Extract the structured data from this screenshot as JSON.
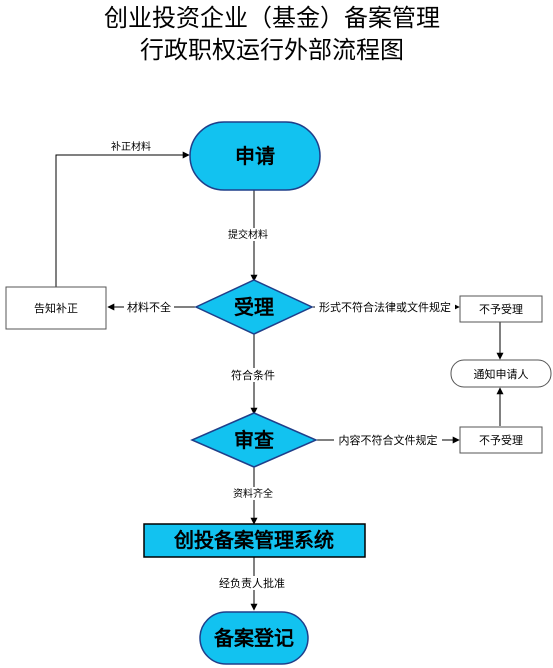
{
  "title": {
    "line1": "创业投资企业（基金）备案管理",
    "line2": "行政职权运行外部流程图"
  },
  "nodes": {
    "apply": "申请",
    "accept": "受理",
    "review": "审查",
    "system": "创投备案管理系统",
    "register": "备案登记",
    "notify_correction": "告知补正",
    "reject_accept": "不予受理",
    "notify_applicant": "通知申请人",
    "reject_review": "不予受理"
  },
  "edges": {
    "supplement": "补正材料",
    "submit": "提交材料",
    "incomplete": "材料不全",
    "form_not_compliant": "形式不符合法律或文件规定",
    "qualified": "符合条件",
    "content_not_compliant": "内容不符合文件规定",
    "complete": "资料齐全",
    "approved": "经负责人批准"
  },
  "colors": {
    "fill": "#12c2f0",
    "stroke": "#1f3f8a"
  }
}
